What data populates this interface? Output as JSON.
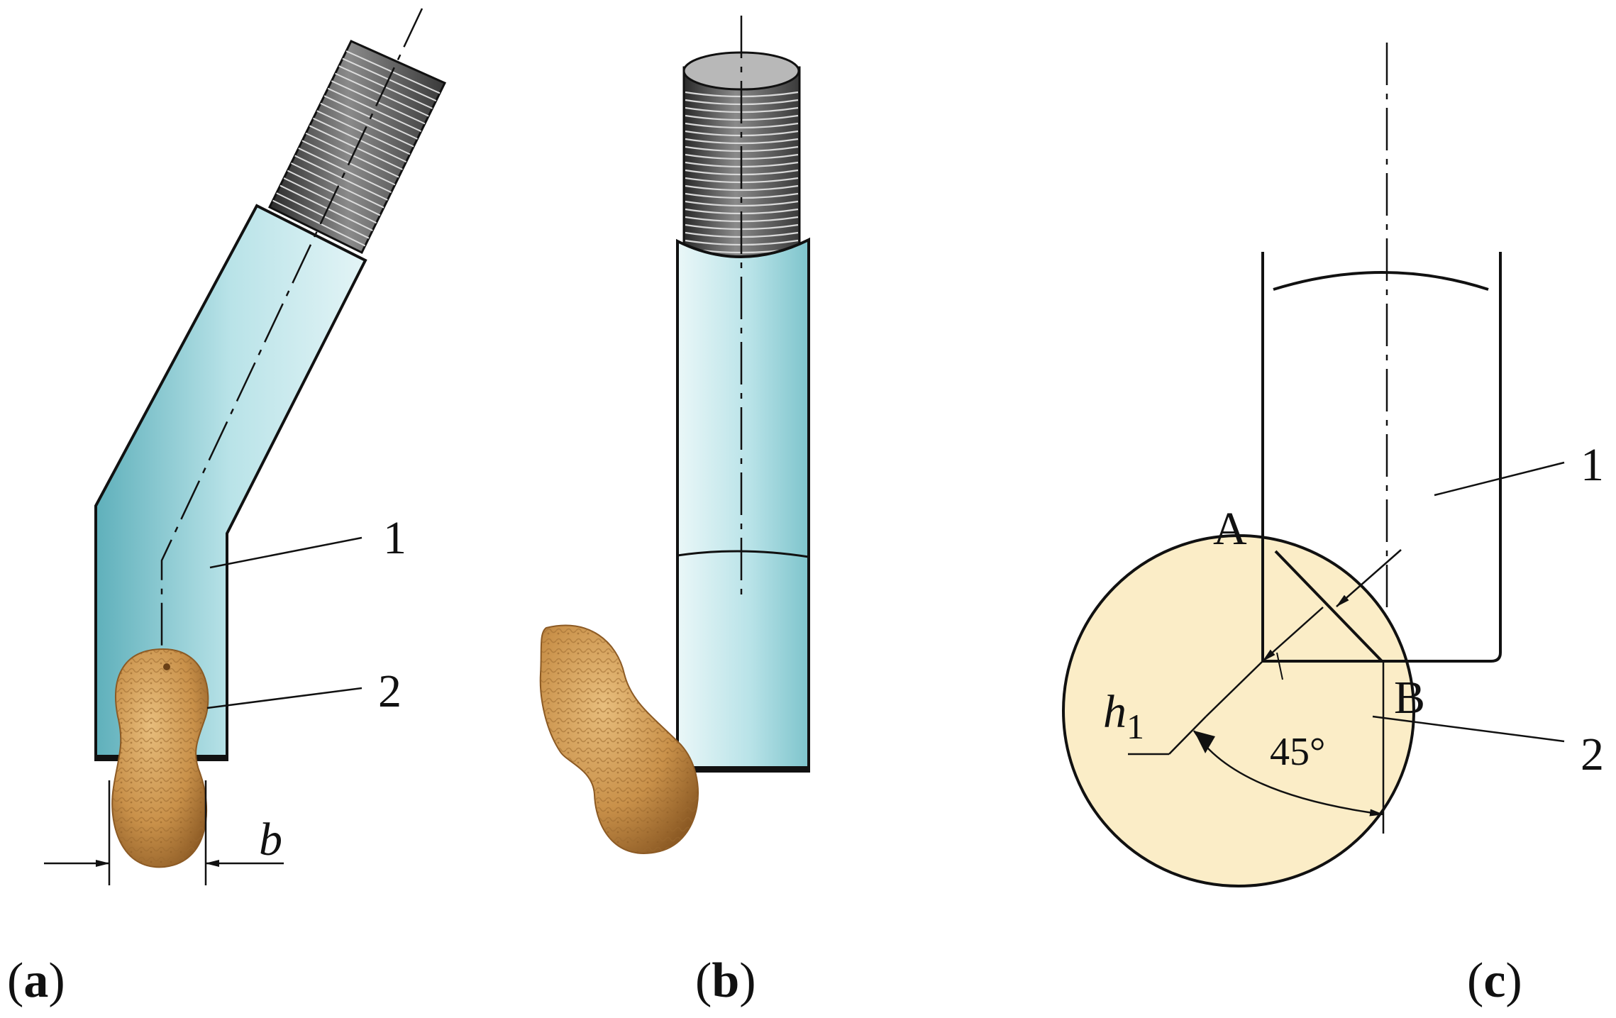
{
  "figure": {
    "panels": [
      {
        "id": "a",
        "open": "(",
        "letter": "a",
        "close": ")"
      },
      {
        "id": "b",
        "open": "(",
        "letter": "b",
        "close": ")"
      },
      {
        "id": "c",
        "open": "(",
        "letter": "c",
        "close": ")"
      }
    ],
    "part_labels": {
      "tool": "1",
      "peanut": "2"
    },
    "dimension_width": "b",
    "points": {
      "a": "A",
      "b": "B"
    },
    "height_symbol": "h",
    "height_subscript": "1",
    "angle": "45°"
  },
  "colors": {
    "tool_fill": "#a9dbe0",
    "thread_dark": "#3a3a3a",
    "peanut_fill": "#c9914a",
    "circle_fill": "#fbedc7",
    "line": "#111111"
  }
}
